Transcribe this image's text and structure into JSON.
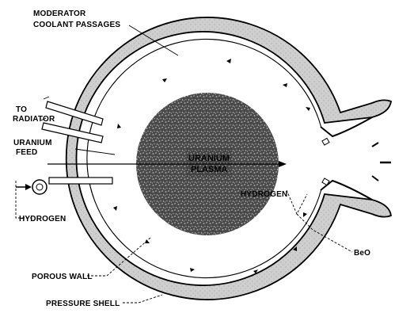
{
  "labels": {
    "moderator_line1": "MODERATOR",
    "moderator_line2": "COOLANT PASSAGES",
    "to_line1": "TO",
    "radiator": "RADIATOR",
    "uranium_line1": "URANIUM",
    "feed": "FEED",
    "hydrogen_left": "HYDROGEN",
    "hydrogen_right": "HYDROGEN",
    "plasma_line1": "URANIUM",
    "plasma_line2": "PLASMA",
    "beo": "BeO",
    "porous_wall": "POROUS WALL",
    "pressure_shell": "PRESSURE SHELL"
  },
  "colors": {
    "moderator_fill": "#d6d6d6",
    "plasma_fill": "#555555",
    "line": "#000000",
    "background": "#ffffff"
  }
}
